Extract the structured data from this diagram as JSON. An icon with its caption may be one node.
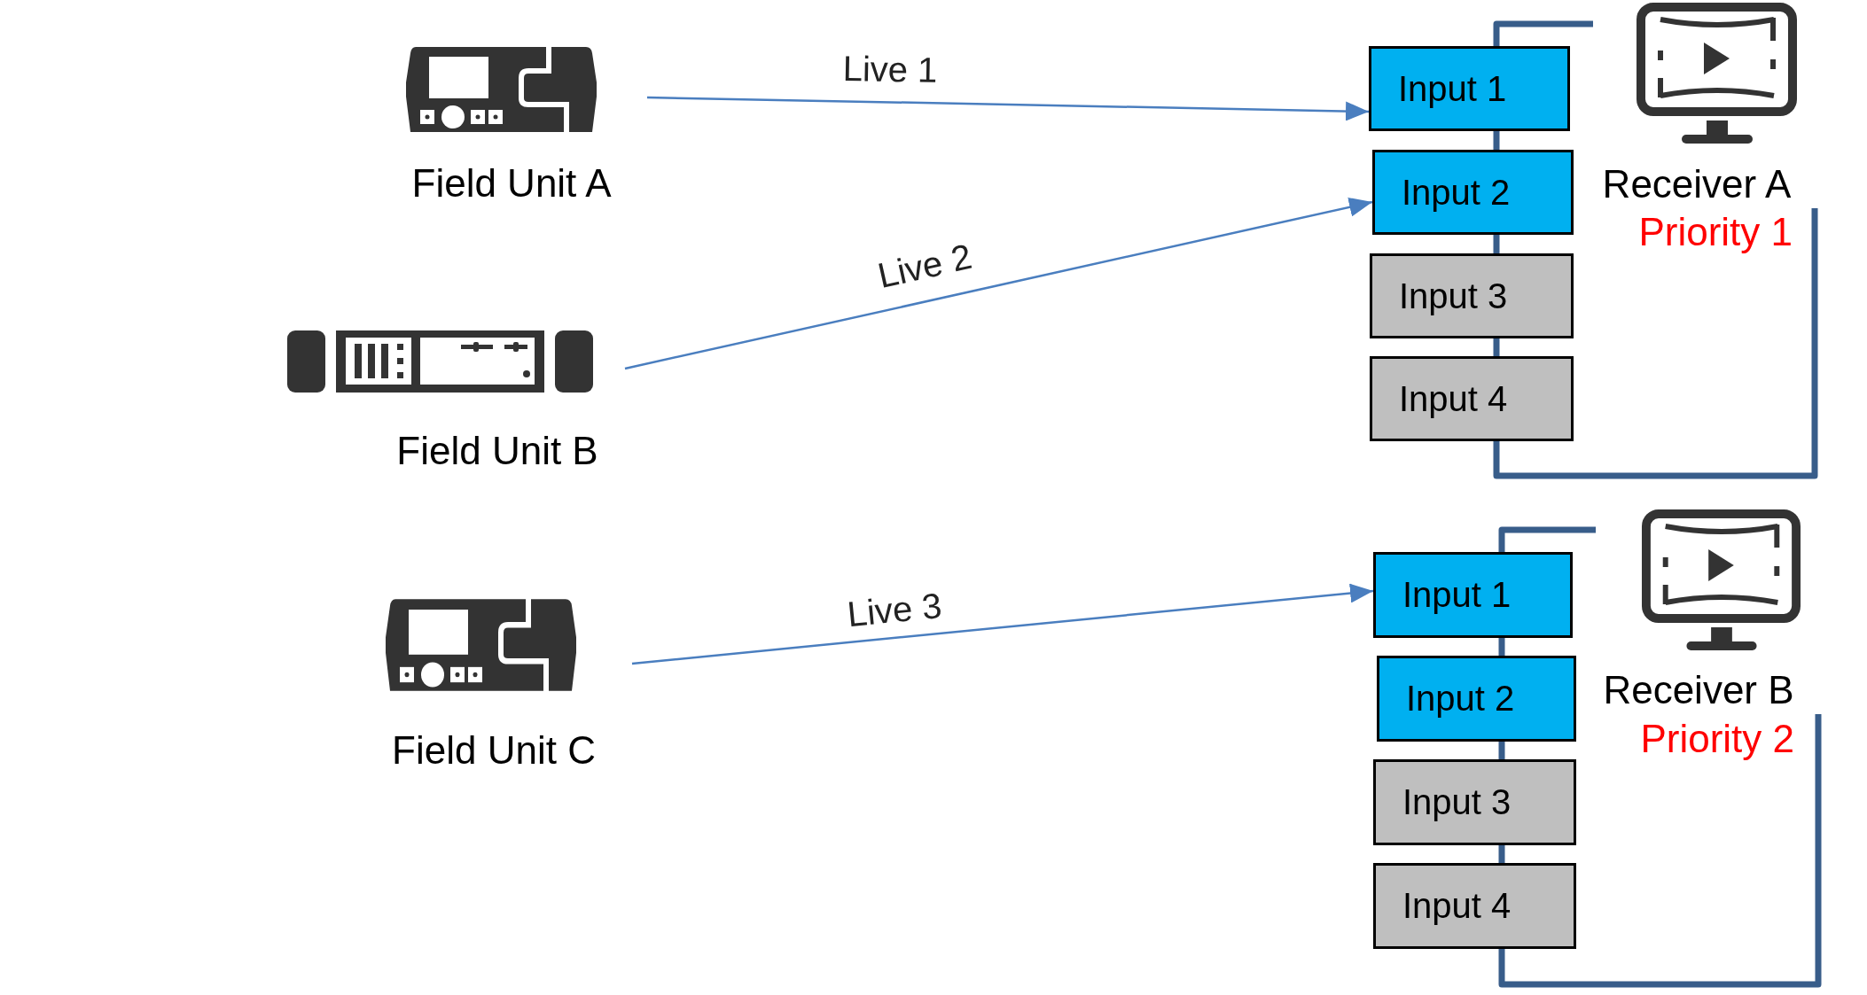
{
  "diagram": {
    "nodes": [
      {
        "text": [
          "Field Unit A"
        ]
      },
      {
        "text": [
          "Field Unit B"
        ]
      },
      {
        "text": [
          "Field Unit C"
        ]
      },
      {
        "text": [
          "Receiver A",
          "Priority 1"
        ]
      },
      {
        "text": [
          "Input 1"
        ]
      },
      {
        "text": [
          "Input 2"
        ]
      },
      {
        "text": [
          "Input 3"
        ]
      },
      {
        "text": [
          "Input 4"
        ]
      },
      {
        "text": [
          "Receiver B",
          "Priority 2"
        ]
      },
      {
        "text": [
          "Input 1"
        ]
      },
      {
        "text": [
          "Input 2"
        ]
      },
      {
        "text": [
          "Input 3"
        ]
      },
      {
        "text": [
          "Input 4"
        ]
      }
    ],
    "edges": [
      {
        "from": 0,
        "to": 4,
        "arrow": "to",
        "label": "Live 1"
      },
      {
        "from": 1,
        "to": 5,
        "arrow": "to",
        "label": "Live 2"
      },
      {
        "from": 2,
        "to": 9,
        "arrow": "to",
        "label": "Live 3"
      }
    ]
  }
}
